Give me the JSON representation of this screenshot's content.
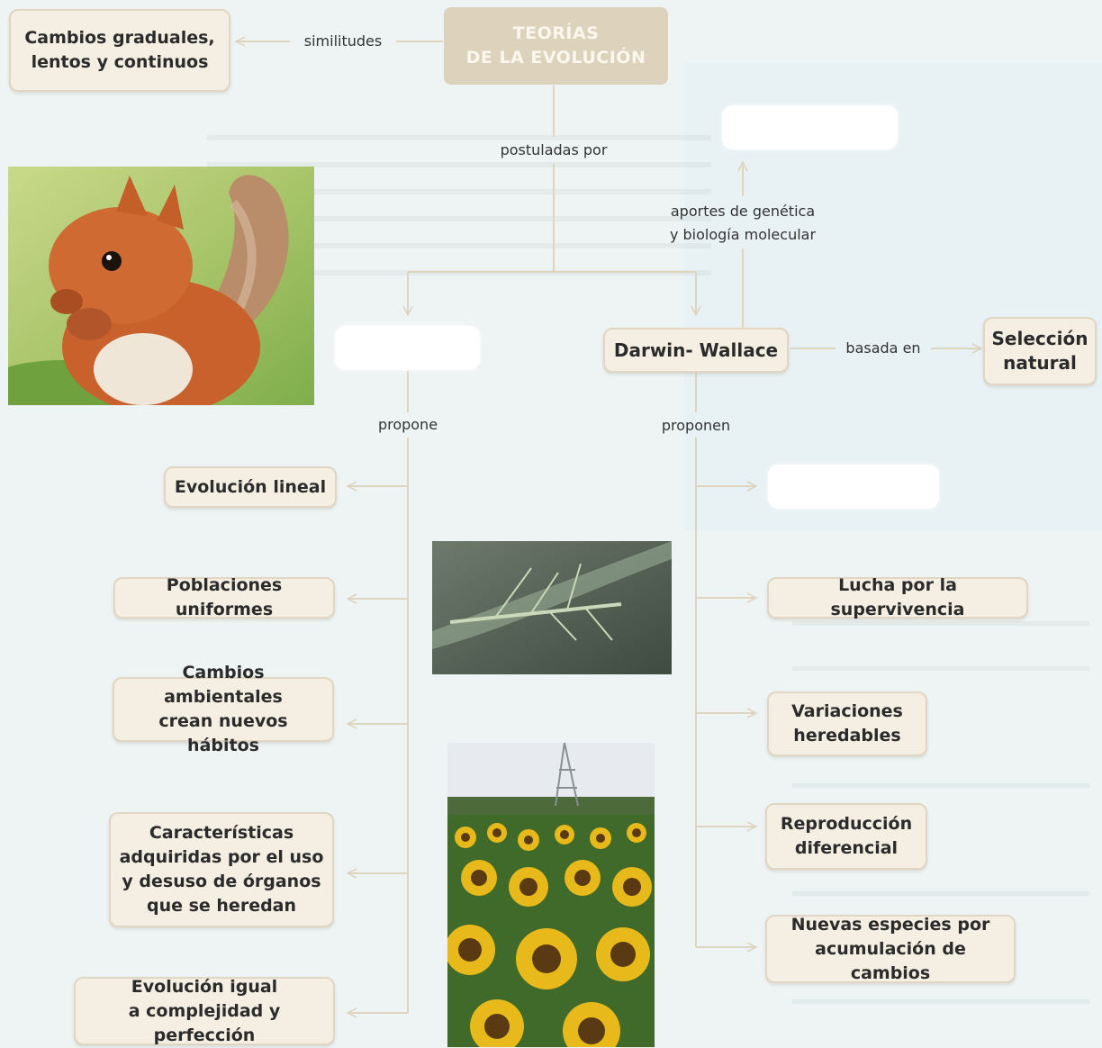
{
  "title": {
    "line1": "TEORÍAS",
    "line2": "DE LA EVOLUCIÓN"
  },
  "links": {
    "similitudes": "similitudes",
    "postuladas_por": "postuladas por",
    "aportes_line1": "aportes de genética",
    "aportes_line2": "y biología molecular",
    "basada_en": "basada en",
    "propone": "propone",
    "proponen": "proponen"
  },
  "nodes": {
    "cambios_graduales": {
      "line1": "Cambios graduales,",
      "line2": "lentos y continuos"
    },
    "darwin_wallace": "Darwin- Wallace",
    "seleccion_natural": {
      "line1": "Selección",
      "line2": "natural"
    }
  },
  "left_column": {
    "evolucion_lineal": "Evolución lineal",
    "poblaciones_uniformes": "Poblaciones uniformes",
    "cambios_ambientales": {
      "line1": "Cambios ambientales",
      "line2": "crean nuevos hábitos"
    },
    "caracteristicas": {
      "line1": "Características",
      "line2": "adquiridas por el uso",
      "line3": "y desuso de órganos",
      "line4": "que se heredan"
    },
    "evolucion_igual": {
      "line1": "Evolución igual",
      "line2": "a complejidad y perfección"
    }
  },
  "right_column": {
    "lucha": "Lucha por la supervivencia",
    "variaciones": {
      "line1": "Variaciones",
      "line2": "heredables"
    },
    "reproduccion": {
      "line1": "Reproducción",
      "line2": "diferencial"
    },
    "nuevas_especies": {
      "line1": "Nuevas especies por",
      "line2": "acumulación de cambios"
    }
  },
  "colors": {
    "box_fill": "#f5efe3",
    "box_border": "#e0d6c3",
    "title_fill": "#ddd3bd",
    "connector": "#ded5c1",
    "background": "#eef4f3"
  }
}
